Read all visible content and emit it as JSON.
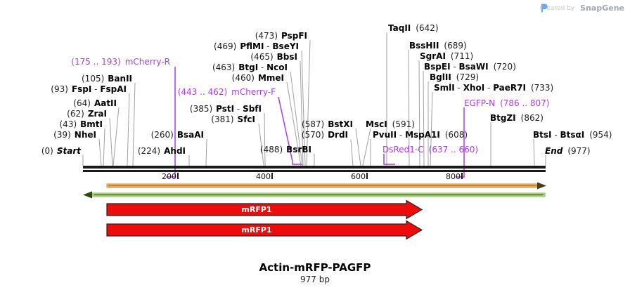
{
  "watermark": {
    "created_by": "Created by",
    "brand": "SnapGene"
  },
  "title": {
    "name": "Actin-mRFP-PAGFP",
    "length": "977 bp"
  },
  "axis": {
    "ticks": [
      "200",
      "400",
      "600",
      "800"
    ]
  },
  "sites": {
    "start": {
      "pos": "(0)",
      "n1": "Start"
    },
    "nhei": {
      "pos": "(39)",
      "n1": "NheI"
    },
    "bmti": {
      "pos": "(43)",
      "n1": "BmtI"
    },
    "zrai": {
      "pos": "(62)",
      "n1": "ZraI"
    },
    "aatii": {
      "pos": "(64)",
      "n1": "AatII"
    },
    "fspi_fspai": {
      "pos": "(93)",
      "n1": "FspI",
      "sep1": " - ",
      "n2": "FspAI"
    },
    "banii": {
      "pos": "(105)",
      "n1": "BanII"
    },
    "ahdi": {
      "pos": "(224)",
      "n1": "AhdI"
    },
    "bsaai": {
      "pos": "(260)",
      "n1": "BsaAI"
    },
    "sfci": {
      "pos": "(381)",
      "n1": "SfcI"
    },
    "psti_sbfi": {
      "pos": "(385)",
      "n1": "PstI",
      "sep1": " - ",
      "n2": "SbfI"
    },
    "mmei": {
      "pos": "(460)",
      "n1": "MmeI"
    },
    "btgi_ncoi": {
      "pos": "(463)",
      "n1": "BtgI",
      "sep1": " - ",
      "n2": "NcoI"
    },
    "bbsi": {
      "pos": "(465)",
      "n1": "BbsI"
    },
    "pflmi_bseyi": {
      "pos": "(469)",
      "n1": "PflMI",
      "sep1": " - ",
      "n2": "BseYI"
    },
    "pspfi": {
      "pos": "(473)",
      "n1": "PspFI"
    },
    "bsrbi": {
      "pos": "(488)",
      "n1": "BsrBI"
    },
    "drdi": {
      "pos": "(570)",
      "n1": "DrdI"
    },
    "bstxi": {
      "pos": "(587)",
      "n1": "BstXI"
    },
    "msci": {
      "n1": "MscI",
      "pos": "(591)"
    },
    "pvuii_mspa1i": {
      "n1": "PvuII",
      "sep1": " - ",
      "n2": "MspA1I",
      "pos": "(608)"
    },
    "taqii": {
      "n1": "TaqII",
      "pos": "(642)"
    },
    "bsshii": {
      "n1": "BssHII",
      "pos": "(689)"
    },
    "sgrai": {
      "n1": "SgrAI",
      "pos": "(711)"
    },
    "bspei_bsawi": {
      "n1": "BspEI",
      "sep1": " - ",
      "n2": "BsaWI",
      "pos": "(720)"
    },
    "bglii": {
      "n1": "BglII",
      "pos": "(729)"
    },
    "smli_xhoi_paer7i": {
      "n1": "SmlI",
      "sep1": " - ",
      "n2": "XhoI",
      "sep2": " - ",
      "n3": "PaeR7I",
      "pos": "(733)"
    },
    "btgzi": {
      "n1": "BtgZI",
      "pos": "(862)"
    },
    "btsi_btsai": {
      "n1": "BtsI",
      "sep1": " - ",
      "n2": "BtsαI",
      "pos": "(954)"
    },
    "end": {
      "n1": "End",
      "pos": "(977)"
    }
  },
  "primers": {
    "mcherry_r": {
      "pos": "(175 .. 193)",
      "name": "mCherry-R"
    },
    "mcherry_f": {
      "pos": "(443 .. 462)",
      "name": "mCherry-F"
    },
    "dsred1_c": {
      "name": "DsRed1-C",
      "pos": "(637 .. 660)"
    },
    "egfp_n": {
      "name": "EGFP-N",
      "pos": "(786 .. 807)"
    }
  },
  "features": {
    "f1": "mRFP1",
    "f2": "mRFP1"
  },
  "colors": {
    "primer_purple": "#AA3CE6",
    "leader_gray": "#A0A0A0",
    "feature_red": "#EE0B0B",
    "forward_strand_orange": "#F2BA6E",
    "reverse_strand_green": "#C8EC9C",
    "snapgene_blue": "#74A9DC"
  }
}
